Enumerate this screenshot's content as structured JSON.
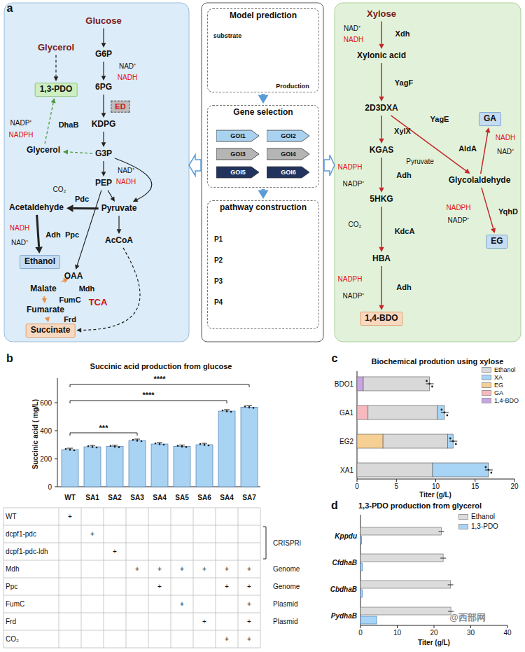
{
  "diagram": {
    "nodes": [
      {
        "text": [
          "Glycerol"
        ]
      },
      {
        "text": [
          "Glucose"
        ]
      },
      {
        "text": [
          "G6P"
        ]
      },
      {
        "text": [
          "6PG"
        ]
      },
      {
        "text": [
          "ED"
        ]
      },
      {
        "text": [
          "KDPG"
        ]
      },
      {
        "text": [
          "1,3-PDO"
        ]
      },
      {
        "text": [
          "Glycerol"
        ]
      },
      {
        "text": [
          "G3P"
        ]
      },
      {
        "text": [
          "PEP"
        ]
      },
      {
        "text": [
          "Acetaldehyde"
        ]
      },
      {
        "text": [
          "Pyruvate"
        ]
      },
      {
        "text": [
          "Ethanol"
        ]
      },
      {
        "text": [
          "AcCoA"
        ]
      },
      {
        "text": [
          "OAA"
        ]
      },
      {
        "text": [
          "Malate"
        ]
      },
      {
        "text": [
          "Fumarate"
        ]
      },
      {
        "text": [
          "Succinate"
        ]
      },
      {
        "text": [
          "Model prediction"
        ]
      },
      {
        "text": [
          "Gene selection"
        ]
      },
      {
        "text": [
          "GOI1"
        ],
        "in": 19
      },
      {
        "text": [
          "GOI2"
        ],
        "in": 19
      },
      {
        "text": [
          "GOI3"
        ],
        "in": 19
      },
      {
        "text": [
          "GOI4"
        ],
        "in": 19
      },
      {
        "text": [
          "GOI5"
        ],
        "in": 19
      },
      {
        "text": [
          "GOI6"
        ],
        "in": 19
      },
      {
        "text": [
          "pathway construction"
        ]
      },
      {
        "text": [
          "Xylose"
        ]
      },
      {
        "text": [
          "Xylonic acid"
        ]
      },
      {
        "text": [
          "2D3DXA"
        ]
      },
      {
        "text": [
          "KGAS"
        ]
      },
      {
        "text": [
          "GA"
        ]
      },
      {
        "text": [
          "Glycolaldehyde"
        ]
      },
      {
        "text": [
          "5HKG"
        ]
      },
      {
        "text": [
          "EG"
        ]
      },
      {
        "text": [
          "HBA"
        ]
      },
      {
        "text": [
          "1,4-BDO"
        ]
      }
    ],
    "edges": [
      {
        "from": 0,
        "to": 6,
        "arrow": "to"
      },
      {
        "from": 1,
        "to": 2,
        "arrow": "to"
      },
      {
        "from": 2,
        "to": 3,
        "arrow": "to"
      },
      {
        "from": 3,
        "to": 5,
        "arrow": "to"
      },
      {
        "from": 5,
        "to": 8,
        "arrow": "to"
      },
      {
        "from": 8,
        "to": 9,
        "arrow": "to"
      },
      {
        "from": 9,
        "to": 11,
        "arrow": "to"
      },
      {
        "from": 11,
        "to": 10,
        "arrow": "to"
      },
      {
        "from": 10,
        "to": 12,
        "arrow": "to"
      },
      {
        "from": 11,
        "to": 13,
        "arrow": "to"
      },
      {
        "from": 9,
        "to": 14,
        "arrow": "to"
      },
      {
        "from": 14,
        "to": 15,
        "arrow": "to"
      },
      {
        "from": 15,
        "to": 16,
        "arrow": "to"
      },
      {
        "from": 16,
        "to": 17,
        "arrow": "to"
      },
      {
        "from": 8,
        "to": 7,
        "arrow": "to"
      },
      {
        "from": 7,
        "to": 6,
        "arrow": "to"
      },
      {
        "from": 13,
        "to": 17,
        "arrow": "to"
      },
      {
        "from": 8,
        "to": 11,
        "arrow": "to"
      },
      {
        "from": 18,
        "to": 19,
        "arrow": "to"
      },
      {
        "from": 19,
        "to": 26,
        "arrow": "to"
      },
      {
        "from": 27,
        "to": 28,
        "arrow": "to"
      },
      {
        "from": 28,
        "to": 29,
        "arrow": "to"
      },
      {
        "from": 29,
        "to": 30,
        "arrow": "to"
      },
      {
        "from": 29,
        "to": 32,
        "arrow": "to"
      },
      {
        "from": 30,
        "to": 33,
        "arrow": "to"
      },
      {
        "from": 33,
        "to": 35,
        "arrow": "to"
      },
      {
        "from": 35,
        "to": 36,
        "arrow": "to"
      },
      {
        "from": 32,
        "to": 31,
        "arrow": "to"
      },
      {
        "from": 32,
        "to": 34,
        "arrow": "to"
      }
    ],
    "labels": [
      "a",
      "NAD⁺",
      "NADH",
      "DhaB",
      "NADP⁺",
      "NADPH",
      "NAD⁺",
      "NADH",
      "CO₂",
      "Pdc",
      "NADH",
      "Adh",
      "NAD⁺",
      "Ppc",
      "Mdh",
      "FumC",
      "Frd",
      "substrate",
      "Production",
      "P1",
      "P2",
      "P3",
      "P4",
      "NAD⁺",
      "NADH",
      "Xdh",
      "YagF",
      "YagE",
      "Pyruvate",
      "XylX",
      "AldA",
      "NADH",
      "NAD⁺",
      "NADPH",
      "Adh",
      "NADP⁺",
      "NADPH",
      "YqhD",
      "NADP⁺",
      "KdcA",
      "CO₂",
      "NADPH",
      "Adh",
      "NADP⁺",
      "b",
      "Succinic acid production from glucose",
      "Succinic acid ( mg/L)",
      "0",
      "200",
      "400",
      "600",
      "****",
      "****",
      "***",
      "WT",
      "SA1",
      "SA2",
      "SA3",
      "SA4",
      "SA5",
      "SA6",
      "SA4",
      "SA7",
      "WT",
      "dcpf1-pdc",
      "dcpf1-pdc-ldh",
      "Mdh",
      "Ppc",
      "FumC",
      "Frd",
      "CO₂",
      "+",
      "+",
      "+",
      "+",
      "+",
      "+",
      "+",
      "+",
      "+",
      "+",
      "+",
      "+",
      "+",
      "+",
      "+",
      "+",
      "+",
      "+",
      "CRISPRi",
      "Genome",
      "Genome",
      "Plasmid",
      "Plasmid",
      "c",
      "Biochemical prodution using xylose",
      "BDO1",
      "GA1",
      "EG2",
      "XA1",
      "0",
      "5",
      "10",
      "15",
      "20",
      "Titer (g/L)",
      "d",
      "1,3-PDO production from glycerol",
      "Kppdu",
      "CfdhaB",
      "CbdhaB",
      "PydhaB",
      "0",
      "10",
      "20",
      "30",
      "40",
      "Titer (g/L)",
      "@西部网",
      "TCA"
    ],
    "legend": [
      {
        "text": "Ethanol",
        "color": "#d9d9d9"
      },
      {
        "text": "XA",
        "color": "#a8d4f5"
      },
      {
        "text": "EG",
        "color": "#f6cf94"
      },
      {
        "text": "GA",
        "color": "#f6b9bf"
      },
      {
        "text": "1,4-BDO",
        "color": "#c7a6e3"
      },
      {
        "text": "Ethanol",
        "color": "#dcdcdc"
      },
      {
        "text": "1,3-PDO",
        "color": "#a8d4f5"
      }
    ]
  }
}
